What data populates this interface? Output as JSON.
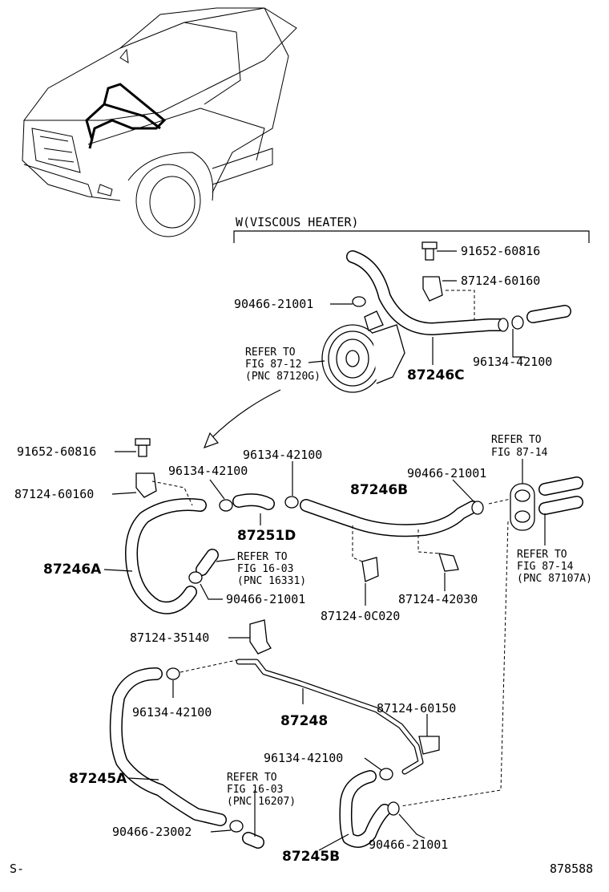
{
  "section_header": "W(VISCOUS HEATER)",
  "parts": [
    {
      "id": "p1",
      "text": "91652-60816"
    },
    {
      "id": "p2",
      "text": "87124-60160"
    },
    {
      "id": "p3",
      "text": "90466-21001"
    },
    {
      "id": "p4",
      "text": "96134-42100"
    },
    {
      "id": "p5",
      "text": "87246C"
    },
    {
      "id": "p6",
      "text": "91652-60816"
    },
    {
      "id": "p7",
      "text": "96134-42100"
    },
    {
      "id": "p8",
      "text": "96134-42100"
    },
    {
      "id": "p9",
      "text": "87124-60160"
    },
    {
      "id": "p10",
      "text": "87251D"
    },
    {
      "id": "p11",
      "text": "87246B"
    },
    {
      "id": "p12",
      "text": "90466-21001"
    },
    {
      "id": "p13",
      "text": "87246A"
    },
    {
      "id": "p14",
      "text": "90466-21001"
    },
    {
      "id": "p15",
      "text": "87124-0C020"
    },
    {
      "id": "p16",
      "text": "87124-42030"
    },
    {
      "id": "p17",
      "text": "87124-35140"
    },
    {
      "id": "p18",
      "text": "96134-42100"
    },
    {
      "id": "p19",
      "text": "87248"
    },
    {
      "id": "p20",
      "text": "87124-60150"
    },
    {
      "id": "p21",
      "text": "96134-42100"
    },
    {
      "id": "p22",
      "text": "87245A"
    },
    {
      "id": "p23",
      "text": "90466-23002"
    },
    {
      "id": "p24",
      "text": "87245B"
    },
    {
      "id": "p25",
      "text": "90466-21001"
    }
  ],
  "references": [
    {
      "id": "r1",
      "line1": "REFER TO",
      "line2": "FIG 87-12",
      "line3": "(PNC 87120G)"
    },
    {
      "id": "r2",
      "line1": "REFER TO",
      "line2": "FIG 87-14",
      "line3": ""
    },
    {
      "id": "r3",
      "line1": "REFER TO",
      "line2": "FIG 87-14",
      "line3": "(PNC 87107A)"
    },
    {
      "id": "r4",
      "line1": "REFER TO",
      "line2": "FIG 16-03",
      "line3": "(PNC 16331)"
    },
    {
      "id": "r5",
      "line1": "REFER TO",
      "line2": "FIG 16-03",
      "line3": "(PNC 16207)"
    }
  ],
  "footer": {
    "left": "S-",
    "right": "878588"
  }
}
